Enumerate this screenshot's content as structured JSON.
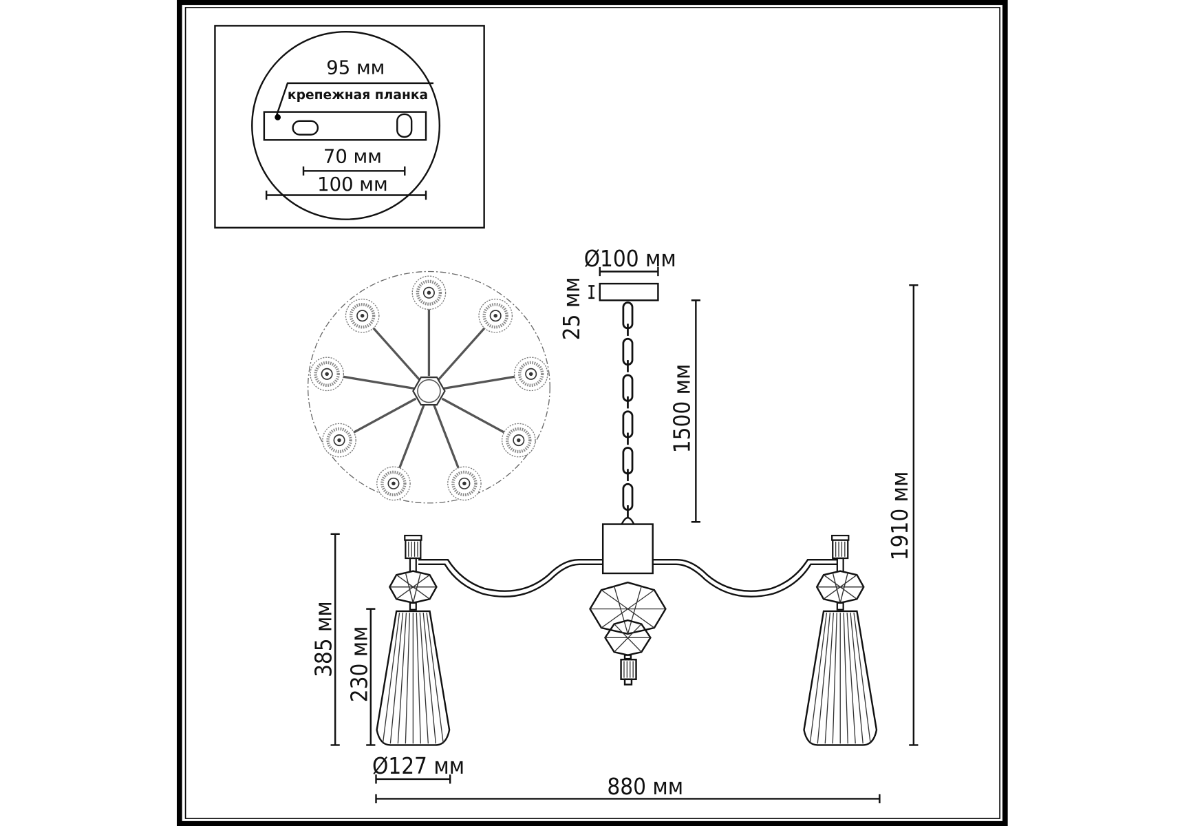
{
  "mounting_inset": {
    "bracket_length": "95 мм",
    "bracket_label": "крепежная планка",
    "hole_spacing": "70 мм",
    "canopy_diameter": "100 мм"
  },
  "top_view": {
    "arm_count": 9
  },
  "dimensions": {
    "canopy_diameter": "Ø100 мм",
    "canopy_height": "25 мм",
    "chain_length": "1500 мм",
    "total_height": "1910 мм",
    "lamp_height": "385 мм",
    "shade_height": "230 мм",
    "shade_diameter": "Ø127 мм",
    "total_width": "880 мм"
  }
}
